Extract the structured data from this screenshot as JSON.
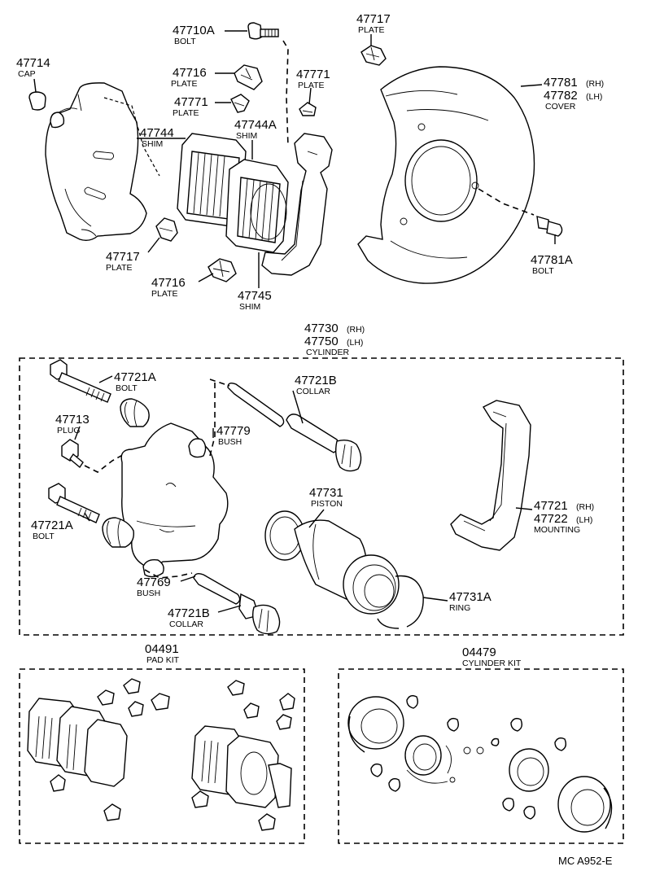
{
  "labels": {
    "p47714": {
      "num": "47714",
      "sub": "CAP"
    },
    "p47710A": {
      "num": "47710A",
      "sub": "BOLT"
    },
    "p47716a": {
      "num": "47716",
      "sub": "PLATE"
    },
    "p47771a": {
      "num": "47771",
      "sub": "PLATE"
    },
    "p47717a": {
      "num": "47717",
      "sub": "PLATE"
    },
    "p47771b": {
      "num": "47771",
      "sub": "PLATE"
    },
    "p47744": {
      "num": "47744",
      "sub": "SHIM"
    },
    "p47744A": {
      "num": "47744A",
      "sub": "SHIM"
    },
    "p47781": {
      "num": "47781",
      "sub_rh": "(RH)",
      "num2": "47782",
      "sub_lh": "(LH)",
      "sub": "COVER"
    },
    "p47717b": {
      "num": "47717",
      "sub": "PLATE"
    },
    "p47716b": {
      "num": "47716",
      "sub": "PLATE"
    },
    "p47745": {
      "num": "47745",
      "sub": "SHIM"
    },
    "p47781A": {
      "num": "47781A",
      "sub": "BOLT"
    },
    "p47730": {
      "num": "47730",
      "sub_rh": "(RH)",
      "num2": "47750",
      "sub_lh": "(LH)",
      "sub": "CYLINDER"
    },
    "p47721Aa": {
      "num": "47721A",
      "sub": "BOLT"
    },
    "p47713": {
      "num": "47713",
      "sub": "PLUG"
    },
    "p47779": {
      "num": "47779",
      "sub": "BUSH"
    },
    "p47721Ba": {
      "num": "47721B",
      "sub": "COLLAR"
    },
    "p47721Ab": {
      "num": "47721A",
      "sub": "BOLT"
    },
    "p47731": {
      "num": "47731",
      "sub": "PISTON"
    },
    "p47721": {
      "num": "47721",
      "sub_rh": "(RH)",
      "num2": "47722",
      "sub_lh": "(LH)",
      "sub": "MOUNTING"
    },
    "p47769": {
      "num": "47769",
      "sub": "BUSH"
    },
    "p47721Bb": {
      "num": "47721B",
      "sub": "COLLAR"
    },
    "p47731A": {
      "num": "47731A",
      "sub": "RING"
    },
    "p04491": {
      "num": "04491",
      "sub": "PAD KIT"
    },
    "p04479": {
      "num": "04479",
      "sub": "CYLINDER KIT"
    }
  },
  "footer_code": "MC A952-E"
}
